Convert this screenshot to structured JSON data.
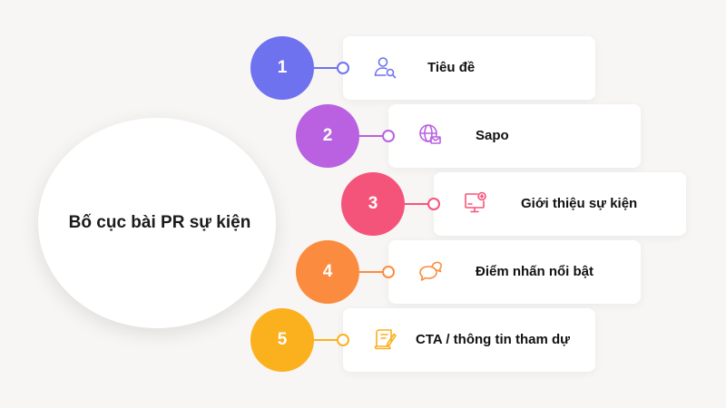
{
  "main_title": "Bố cục bài PR sự kiện",
  "steps": [
    {
      "number": "1",
      "label": "Tiêu đề",
      "color": "#6f72ef",
      "icon": "user-search-icon"
    },
    {
      "number": "2",
      "label": "Sapo",
      "color": "#b961e0",
      "icon": "globe-mail-icon"
    },
    {
      "number": "3",
      "label": "Giới thiệu sự kiện",
      "color": "#f5547a",
      "icon": "monitor-add-icon"
    },
    {
      "number": "4",
      "label": "Điểm nhấn nổi bật",
      "color": "#fb8c3f",
      "icon": "chat-bubbles-icon"
    },
    {
      "number": "5",
      "label": "CTA / thông tin tham dự",
      "color": "#fbb01e",
      "icon": "document-pen-icon"
    }
  ]
}
